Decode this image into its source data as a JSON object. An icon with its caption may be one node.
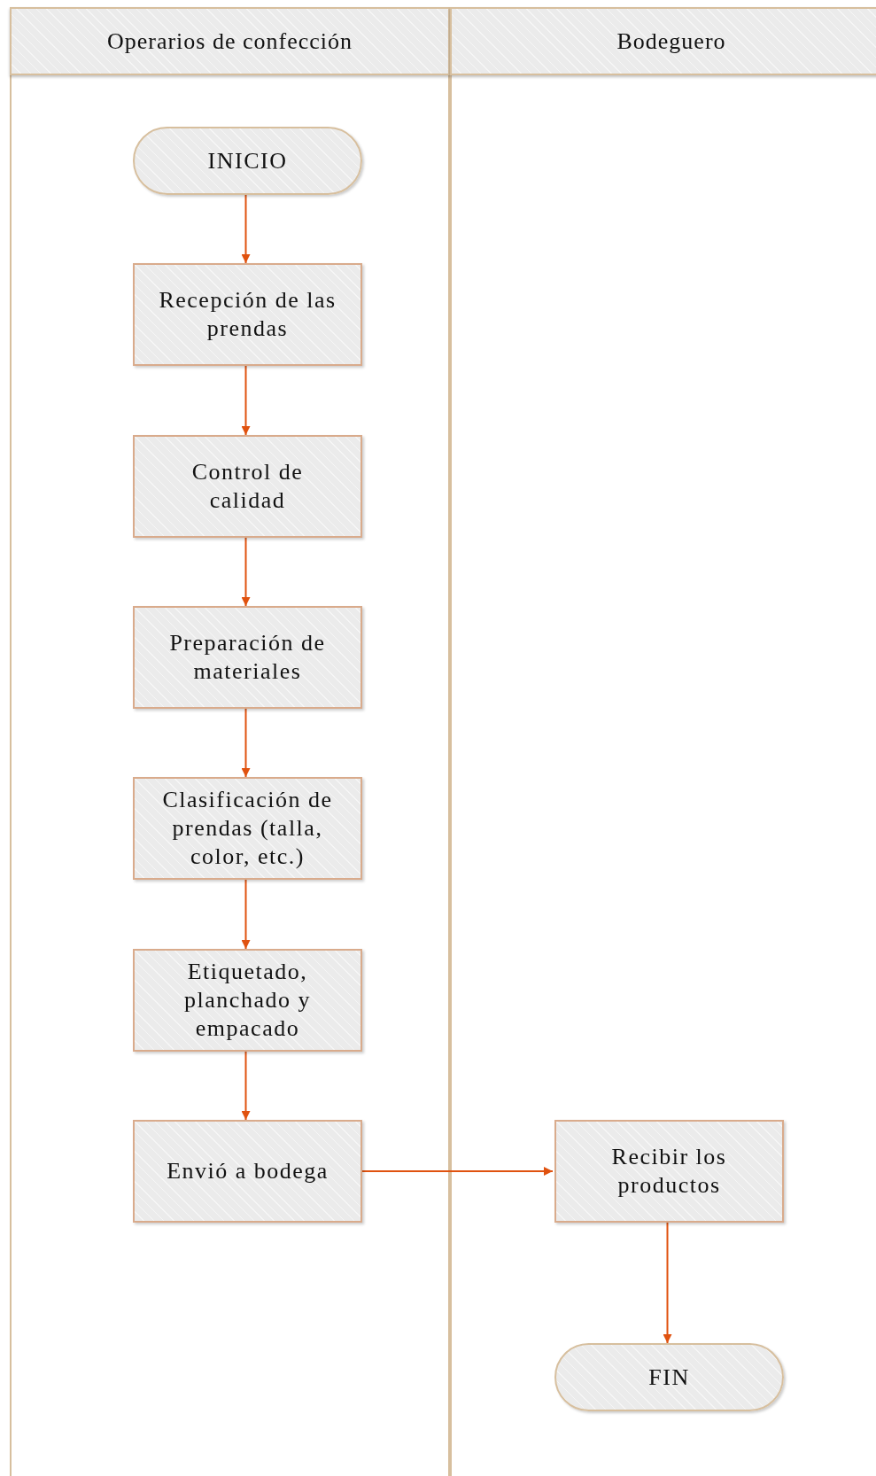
{
  "diagram": {
    "nodes": [
      {
        "text": [
          "Operarios de confección"
        ]
      },
      {
        "text": [
          "Bodeguero"
        ]
      },
      {
        "text": [
          "INICIO"
        ],
        "in": 0
      },
      {
        "text": [
          "Recepción de las prendas"
        ],
        "in": 0
      },
      {
        "text": [
          "Control de calidad"
        ],
        "in": 0
      },
      {
        "text": [
          "Preparación de materiales"
        ],
        "in": 0
      },
      {
        "text": [
          "Clasificación de prendas (talla, color, etc.)"
        ],
        "in": 0
      },
      {
        "text": [
          "Etiquetado, planchado y empacado"
        ],
        "in": 0
      },
      {
        "text": [
          "Envió a bodega"
        ],
        "in": 0
      },
      {
        "text": [
          "Recibir los productos"
        ],
        "in": 1
      },
      {
        "text": [
          "FIN"
        ],
        "in": 1
      }
    ],
    "edges": [
      {
        "from": 2,
        "to": 3,
        "arrow": "to"
      },
      {
        "from": 3,
        "to": 4,
        "arrow": "to"
      },
      {
        "from": 4,
        "to": 5,
        "arrow": "to"
      },
      {
        "from": 5,
        "to": 6,
        "arrow": "to"
      },
      {
        "from": 6,
        "to": 7,
        "arrow": "to"
      },
      {
        "from": 7,
        "to": 8,
        "arrow": "to"
      },
      {
        "from": 8,
        "to": 9,
        "arrow": "to"
      },
      {
        "from": 9,
        "to": 10,
        "arrow": "to"
      }
    ]
  }
}
